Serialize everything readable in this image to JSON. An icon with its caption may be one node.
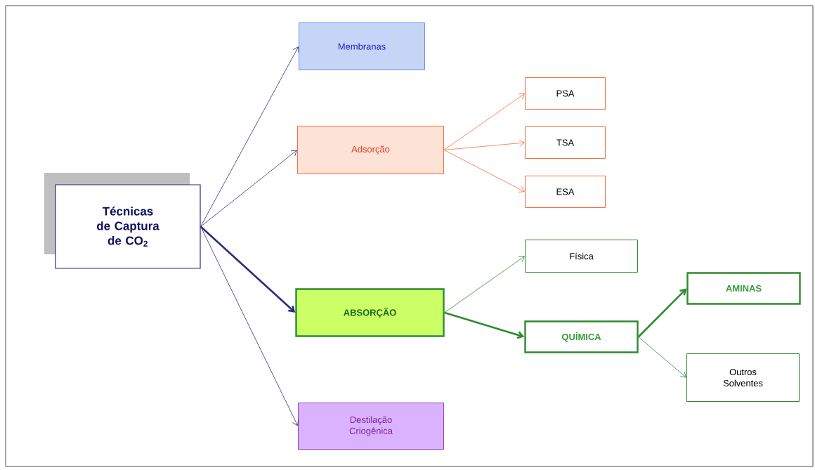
{
  "diagram": {
    "nodes": [
      {
        "text": [
          "Técnicas de Captura de CO$_{2}$"
        ]
      },
      {
        "text": [
          "Membranas"
        ]
      },
      {
        "text": [
          "Adsorção"
        ]
      },
      {
        "text": [
          "PSA"
        ]
      },
      {
        "text": [
          "TSA"
        ]
      },
      {
        "text": [
          "ESA"
        ]
      },
      {
        "text": [
          "ABSORÇÃO"
        ]
      },
      {
        "text": [
          "Física"
        ]
      },
      {
        "text": [
          "QUÍMICA"
        ]
      },
      {
        "text": [
          "AMINAS"
        ]
      },
      {
        "text": [
          "Outros Solventes"
        ]
      },
      {
        "text": [
          "Destilação Criogênica"
        ]
      }
    ],
    "edges": [
      {
        "from": 0,
        "to": 1,
        "arrow": "to",
        "color": "#2b2b7f"
      },
      {
        "from": 0,
        "to": 2,
        "arrow": "to",
        "color": "#2b2b7f"
      },
      {
        "from": 0,
        "to": 6,
        "arrow": "to",
        "style": "thick",
        "color": "#2b2b7f"
      },
      {
        "from": 0,
        "to": 11,
        "arrow": "to",
        "color": "#2b2b7f"
      },
      {
        "from": 2,
        "to": 3,
        "arrow": "to",
        "color": "#f07040"
      },
      {
        "from": 2,
        "to": 4,
        "arrow": "to",
        "color": "#f07040"
      },
      {
        "from": 2,
        "to": 5,
        "arrow": "to",
        "color": "#f07040"
      },
      {
        "from": 6,
        "to": 7,
        "arrow": "to",
        "color": "#2e8b2e"
      },
      {
        "from": 6,
        "to": 8,
        "arrow": "to",
        "style": "thick",
        "color": "#2e8b2e"
      },
      {
        "from": 8,
        "to": 9,
        "arrow": "to",
        "style": "thick",
        "color": "#2e8b2e"
      },
      {
        "from": 8,
        "to": 10,
        "arrow": "to",
        "color": "#2e8b2e"
      }
    ]
  }
}
